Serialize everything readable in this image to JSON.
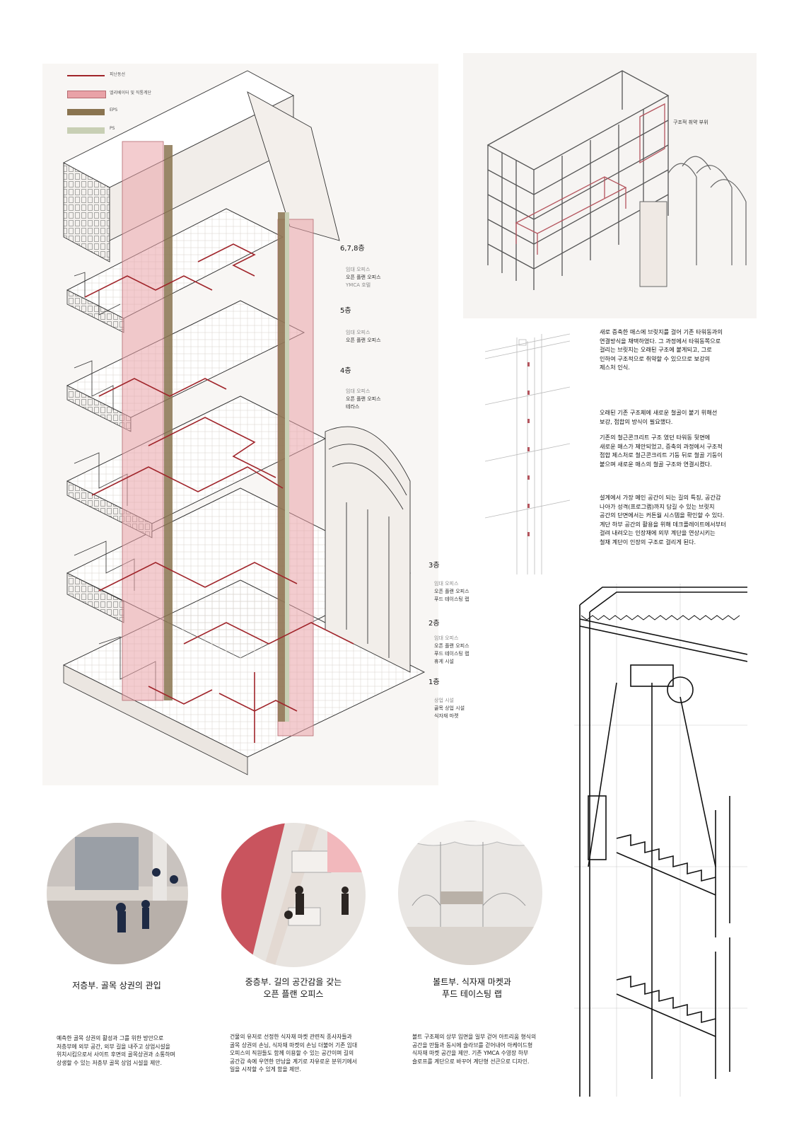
{
  "legend": [
    {
      "label": "피난동선",
      "color": "#a0242a",
      "kind": "line"
    },
    {
      "label": "엘리베이터 및 직통계단",
      "color": "#e9a2a7",
      "kind": "box"
    },
    {
      "label": "EPS",
      "color": "#8a7450",
      "kind": "box"
    },
    {
      "label": "PS",
      "color": "#c8cfb4",
      "kind": "box"
    }
  ],
  "floors": [
    {
      "level": "6,7,8층",
      "uses": [
        "임대 오피스",
        "오픈 플랜 오피스",
        "YMCA 호텔"
      ]
    },
    {
      "level": "5층",
      "uses": [
        "임대 오피스",
        "오픈 플랜 오피스"
      ]
    },
    {
      "level": "4층",
      "uses": [
        "임대 오피스",
        "오픈 플랜 오피스",
        "테라스"
      ]
    },
    {
      "level": "3층",
      "uses": [
        "임대 오피스",
        "오픈 플랜 오피스",
        "푸드 테이스팅 랩"
      ]
    },
    {
      "level": "2층",
      "uses": [
        "임대 오피스",
        "오픈 플랜 오피스",
        "푸드 테이스팅 랩",
        "휴게 시설"
      ]
    },
    {
      "level": "1층",
      "uses": [
        "상업 시설",
        "골목 상업 시설",
        "식자재 마켓"
      ]
    }
  ],
  "structure_tag": "구조적 취약 부위",
  "paragraphs": [
    " 새로 증축한 매스에 브릿지를 걸어 기존 타워동과의\n연결방식을 채택하였다. 그 과정에서 타워동쪽으로\n걸리는 브릿지는 오래된 구조에 붙게되고, 그로\n인하여 구조적으로 취약할 수 있으므로 보강의\n제스처 인식.",
    " 오래된 기존 구조체에 새로운 철골이 붙기 위해선\n보강, 접합의 방식이 필요했다.",
    " 기존의 철근콘크리트 구조 였던 타워동 뒷면에\n새로운 매스가 제안되었고, 증축의 과정에서 구조적\n접합 제스처로 철근콘크리트 기둥 뒤로 철골 기둥이\n붙으며 새로운 매스의 철골 구조와 연결시켰다.",
    " 설계에서 가장 메인 공간이 되는 길의 특징, 공간감\n나아가 성격(프로그램)까지 담길 수 있는 브릿지\n공간의 단면에서는 커튼월 시스템을 확인할 수 있다.\n계단 하부 공간의 활용을 위해 데크플레이트에서부터\n걸려 내려오는 인장재에 외부 계단을 연상시키는\n철재 계단이 인장의 구조로 걸리게 된다."
  ],
  "vignettes": [
    {
      "title": "저층부. 골목 상권의 관입",
      "text": " 예측한 골목 상권의 활성과 그를 위한 방안으로\n저층부에 외부 공간, 외부 길을 내주고 상업시설을\n위치시킴으로서 사이트 후면의 골목상권과 소통하며\n상생할 수 있는 저층부 골목 상업 시설을 제안."
    },
    {
      "title": "중층부. 길의 공간감을 갖는\n오픈 플랜 오피스",
      "text": " 건물의 유저로 선정한 식자재 마켓 관련직 종사자들과\n골목 상권의 손님, 식자재 마켓의 손님 더불어 기존 임대\n오피스의 직원들도 함께 이용할 수 있는 공간이며 길의\n공간감 속에 우연한 만남을 계기로 자유로운 분위기에서\n일을 시작할 수 있게 함을 제안."
    },
    {
      "title": "볼트부. 식자재 마켓과\n푸드 테이스팅 랩",
      "text": " 볼트 구조체의 상부 입면을 일부 걷어 아트리움 형식의\n공간을 만듦과 동시에 슬라브를 걷어내어 아케이드형\n식자재 마켓 공간을 제안. 기존 YMCA 수영장 하부\n슬로프를 계단으로 바꾸어 계단형 선큰으로 디자인."
    }
  ]
}
